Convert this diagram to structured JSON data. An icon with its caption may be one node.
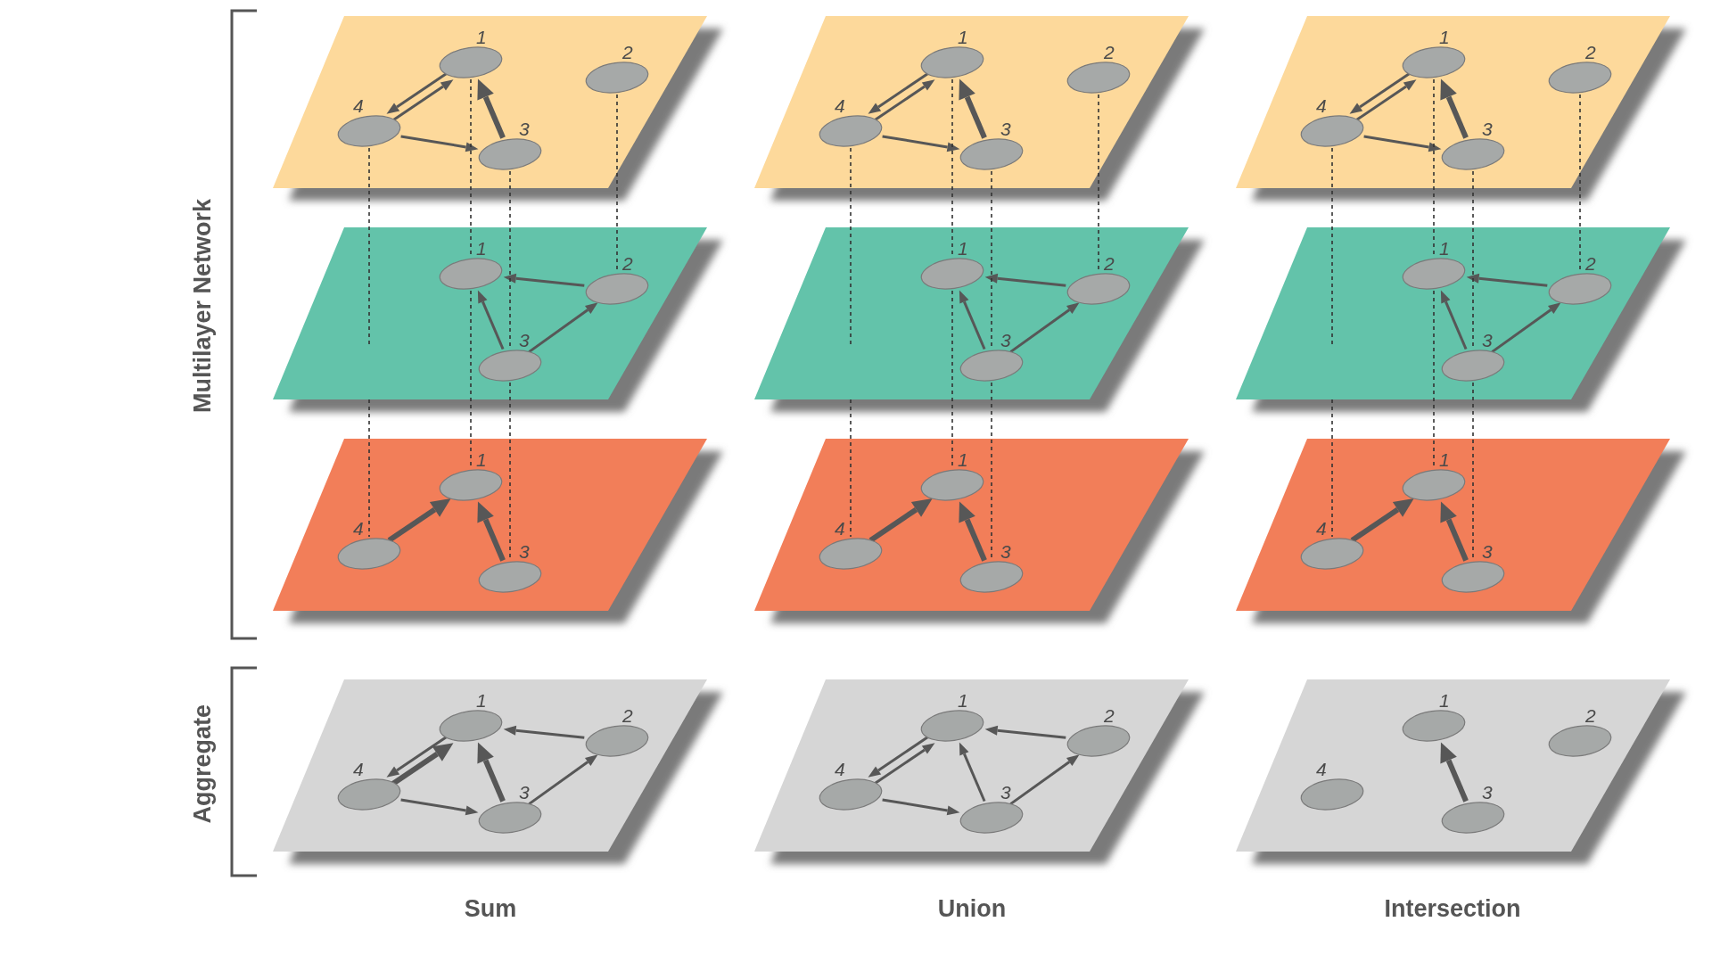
{
  "diagram": {
    "nodes": [
      {
        "text": [],
        "shape": "parallelogram"
      },
      {
        "text": [
          "1"
        ],
        "in": 0
      },
      {
        "text": [
          "2"
        ],
        "in": 0
      },
      {
        "text": [
          "4"
        ],
        "in": 0
      },
      {
        "text": [
          "3"
        ],
        "in": 0
      },
      {
        "text": [],
        "shape": "parallelogram"
      },
      {
        "text": [
          "1"
        ],
        "in": 5
      },
      {
        "text": [
          "2"
        ],
        "in": 5
      },
      {
        "text": [
          "3"
        ],
        "in": 5
      },
      {
        "text": [],
        "shape": "parallelogram"
      },
      {
        "text": [
          "1"
        ],
        "in": 9
      },
      {
        "text": [
          "4"
        ],
        "in": 9
      },
      {
        "text": [
          "3"
        ],
        "in": 9
      },
      {
        "text": [],
        "shape": "parallelogram"
      },
      {
        "text": [
          "1"
        ],
        "in": 13
      },
      {
        "text": [
          "2"
        ],
        "in": 13
      },
      {
        "text": [
          "4"
        ],
        "in": 13
      },
      {
        "text": [
          "3"
        ],
        "in": 13
      },
      {
        "text": [],
        "shape": "parallelogram"
      },
      {
        "text": [
          "1"
        ],
        "in": 18
      },
      {
        "text": [
          "2"
        ],
        "in": 18
      },
      {
        "text": [
          "4"
        ],
        "in": 18
      },
      {
        "text": [
          "3"
        ],
        "in": 18
      },
      {
        "text": [],
        "shape": "parallelogram"
      },
      {
        "text": [
          "1"
        ],
        "in": 23
      },
      {
        "text": [
          "2"
        ],
        "in": 23
      },
      {
        "text": [
          "3"
        ],
        "in": 23
      },
      {
        "text": [],
        "shape": "parallelogram"
      },
      {
        "text": [
          "1"
        ],
        "in": 27
      },
      {
        "text": [
          "4"
        ],
        "in": 27
      },
      {
        "text": [
          "3"
        ],
        "in": 27
      },
      {
        "text": [],
        "shape": "parallelogram"
      },
      {
        "text": [
          "1"
        ],
        "in": 31
      },
      {
        "text": [
          "2"
        ],
        "in": 31
      },
      {
        "text": [
          "4"
        ],
        "in": 31
      },
      {
        "text": [
          "3"
        ],
        "in": 31
      },
      {
        "text": [],
        "shape": "parallelogram"
      },
      {
        "text": [
          "1"
        ],
        "in": 36
      },
      {
        "text": [
          "2"
        ],
        "in": 36
      },
      {
        "text": [
          "4"
        ],
        "in": 36
      },
      {
        "text": [
          "3"
        ],
        "in": 36
      },
      {
        "text": [],
        "shape": "parallelogram"
      },
      {
        "text": [
          "1"
        ],
        "in": 41
      },
      {
        "text": [
          "2"
        ],
        "in": 41
      },
      {
        "text": [
          "3"
        ],
        "in": 41
      },
      {
        "text": [],
        "shape": "parallelogram"
      },
      {
        "text": [
          "1"
        ],
        "in": 45
      },
      {
        "text": [
          "4"
        ],
        "in": 45
      },
      {
        "text": [
          "3"
        ],
        "in": 45
      },
      {
        "text": [],
        "shape": "parallelogram"
      },
      {
        "text": [
          "1"
        ],
        "in": 49
      },
      {
        "text": [
          "2"
        ],
        "in": 49
      },
      {
        "text": [
          "4"
        ],
        "in": 49
      },
      {
        "text": [
          "3"
        ],
        "in": 49
      }
    ],
    "edges": [
      {
        "from": 1,
        "to": 3,
        "arrow": "to"
      },
      {
        "from": 3,
        "to": 1,
        "arrow": "to"
      },
      {
        "from": 3,
        "to": 4,
        "arrow": "to"
      },
      {
        "from": 4,
        "to": 1,
        "arrow": "to",
        "style": "thick"
      },
      {
        "from": 7,
        "to": 6,
        "arrow": "to"
      },
      {
        "from": 8,
        "to": 6,
        "arrow": "to"
      },
      {
        "from": 8,
        "to": 7,
        "arrow": "to"
      },
      {
        "from": 11,
        "to": 10,
        "arrow": "to",
        "style": "thick"
      },
      {
        "from": 12,
        "to": 10,
        "arrow": "to",
        "style": "thick"
      },
      {
        "from": 1,
        "to": 6,
        "arrow": "none",
        "style": "dashed"
      },
      {
        "from": 2,
        "to": 7,
        "arrow": "none",
        "style": "dashed"
      },
      {
        "from": 4,
        "to": 8,
        "arrow": "none",
        "style": "dashed"
      },
      {
        "from": 3,
        "to": 5,
        "arrow": "none",
        "style": "dashed"
      },
      {
        "from": 5,
        "to": 11,
        "arrow": "none",
        "style": "dashed"
      },
      {
        "from": 6,
        "to": 10,
        "arrow": "none",
        "style": "dashed"
      },
      {
        "from": 8,
        "to": 12,
        "arrow": "none",
        "style": "dashed"
      },
      {
        "from": 14,
        "to": 16,
        "arrow": "to"
      },
      {
        "from": 16,
        "to": 14,
        "arrow": "to",
        "style": "thick"
      },
      {
        "from": 16,
        "to": 17,
        "arrow": "to"
      },
      {
        "from": 17,
        "to": 14,
        "arrow": "to",
        "style": "thick"
      },
      {
        "from": 15,
        "to": 14,
        "arrow": "to"
      },
      {
        "from": 17,
        "to": 15,
        "arrow": "to"
      },
      {
        "from": 19,
        "to": 21,
        "arrow": "to"
      },
      {
        "from": 21,
        "to": 19,
        "arrow": "to"
      },
      {
        "from": 21,
        "to": 22,
        "arrow": "to"
      },
      {
        "from": 22,
        "to": 19,
        "arrow": "to",
        "style": "thick"
      },
      {
        "from": 25,
        "to": 24,
        "arrow": "to"
      },
      {
        "from": 26,
        "to": 24,
        "arrow": "to"
      },
      {
        "from": 26,
        "to": 25,
        "arrow": "to"
      },
      {
        "from": 29,
        "to": 28,
        "arrow": "to",
        "style": "thick"
      },
      {
        "from": 30,
        "to": 28,
        "arrow": "to",
        "style": "thick"
      },
      {
        "from": 19,
        "to": 24,
        "arrow": "none",
        "style": "dashed"
      },
      {
        "from": 20,
        "to": 25,
        "arrow": "none",
        "style": "dashed"
      },
      {
        "from": 22,
        "to": 26,
        "arrow": "none",
        "style": "dashed"
      },
      {
        "from": 21,
        "to": 23,
        "arrow": "none",
        "style": "dashed"
      },
      {
        "from": 23,
        "to": 29,
        "arrow": "none",
        "style": "dashed"
      },
      {
        "from": 24,
        "to": 28,
        "arrow": "none",
        "style": "dashed"
      },
      {
        "from": 26,
        "to": 30,
        "arrow": "none",
        "style": "dashed"
      },
      {
        "from": 32,
        "to": 34,
        "arrow": "to"
      },
      {
        "from": 34,
        "to": 32,
        "arrow": "to"
      },
      {
        "from": 34,
        "to": 35,
        "arrow": "to"
      },
      {
        "from": 35,
        "to": 32,
        "arrow": "to"
      },
      {
        "from": 33,
        "to": 32,
        "arrow": "to"
      },
      {
        "from": 35,
        "to": 33,
        "arrow": "to"
      },
      {
        "from": 37,
        "to": 39,
        "arrow": "to"
      },
      {
        "from": 39,
        "to": 37,
        "arrow": "to"
      },
      {
        "from": 39,
        "to": 40,
        "arrow": "to"
      },
      {
        "from": 40,
        "to": 37,
        "arrow": "to",
        "style": "thick"
      },
      {
        "from": 43,
        "to": 42,
        "arrow": "to"
      },
      {
        "from": 44,
        "to": 42,
        "arrow": "to"
      },
      {
        "from": 44,
        "to": 43,
        "arrow": "to"
      },
      {
        "from": 47,
        "to": 46,
        "arrow": "to",
        "style": "thick"
      },
      {
        "from": 48,
        "to": 46,
        "arrow": "to",
        "style": "thick"
      },
      {
        "from": 37,
        "to": 42,
        "arrow": "none",
        "style": "dashed"
      },
      {
        "from": 38,
        "to": 43,
        "arrow": "none",
        "style": "dashed"
      },
      {
        "from": 40,
        "to": 44,
        "arrow": "none",
        "style": "dashed"
      },
      {
        "from": 39,
        "to": 41,
        "arrow": "none",
        "style": "dashed"
      },
      {
        "from": 41,
        "to": 47,
        "arrow": "none",
        "style": "dashed"
      },
      {
        "from": 42,
        "to": 46,
        "arrow": "none",
        "style": "dashed"
      },
      {
        "from": 44,
        "to": 48,
        "arrow": "none",
        "style": "dashed"
      },
      {
        "from": 53,
        "to": 50,
        "arrow": "to",
        "style": "thick"
      }
    ],
    "labels": [
      "Multilayer Network",
      "Aggregate",
      "Sum",
      "Union",
      "Intersection"
    ]
  }
}
